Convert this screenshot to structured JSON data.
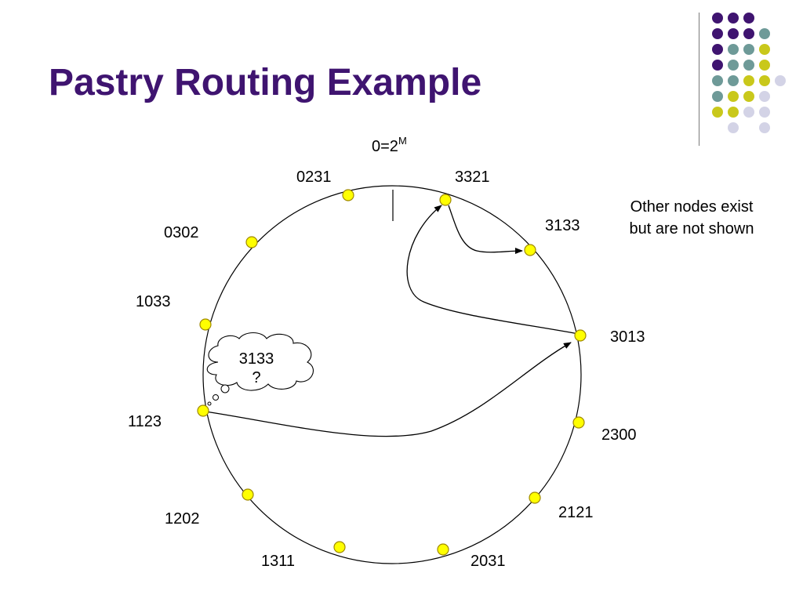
{
  "slide": {
    "title": "Pastry Routing Example"
  },
  "origin": {
    "base": "0=2",
    "exponent": "M"
  },
  "note": {
    "line1": "Other nodes exist",
    "line2": "but are not shown"
  },
  "query": {
    "line1": "3133",
    "line2": "?"
  },
  "nodes": [
    {
      "id": "0231"
    },
    {
      "id": "3321"
    },
    {
      "id": "3133"
    },
    {
      "id": "0302"
    },
    {
      "id": "1033"
    },
    {
      "id": "3013"
    },
    {
      "id": "1123"
    },
    {
      "id": "2300"
    },
    {
      "id": "1202"
    },
    {
      "id": "2121"
    },
    {
      "id": "1311"
    },
    {
      "id": "2031"
    }
  ],
  "colors": {
    "title": "#3f1470",
    "node_fill": "#ffff00",
    "node_stroke": "#a08a00",
    "ring": "#000000",
    "dot_purple": "#3f1470",
    "dot_teal": "#6e9a98",
    "dot_olive": "#c9c81b",
    "dot_lavender": "#d3d3e6"
  },
  "decor_dots": [
    [
      "purple",
      "purple",
      "purple",
      null
    ],
    [
      "purple",
      "purple",
      "purple",
      "teal"
    ],
    [
      "purple",
      "teal",
      "teal",
      "olive"
    ],
    [
      "purple",
      "teal",
      "teal",
      "olive"
    ],
    [
      "teal",
      "teal",
      "olive",
      "olive",
      "lavender"
    ],
    [
      "teal",
      "olive",
      "olive",
      "lavender"
    ],
    [
      "olive",
      "olive",
      "lavender",
      "lavender"
    ],
    [
      null,
      "lavender",
      null,
      "lavender"
    ]
  ]
}
